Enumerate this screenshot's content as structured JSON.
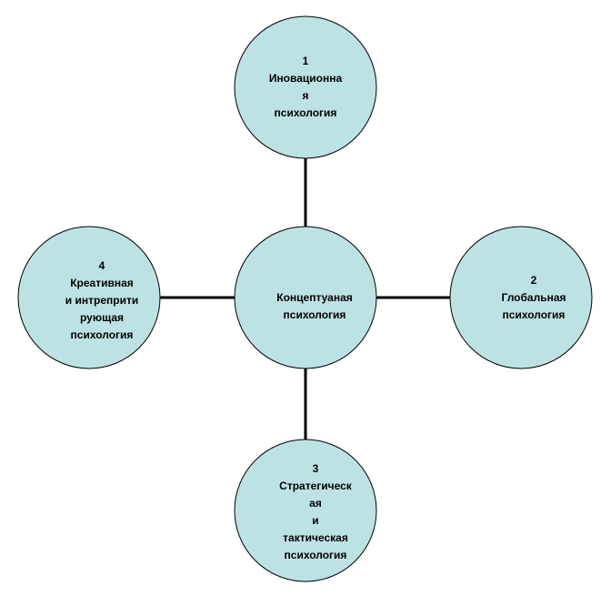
{
  "style": {
    "node_fill": "#bde2e3",
    "node_stroke": "#000000",
    "connector_color": "#000000"
  },
  "nodes": {
    "center": {
      "lines": [
        "Концептуаная",
        "психология"
      ]
    },
    "top": {
      "lines": [
        "1",
        "Иновационна",
        "я",
        "психология"
      ]
    },
    "right": {
      "lines": [
        "2",
        "Глобальная",
        "психология"
      ]
    },
    "bottom": {
      "lines": [
        "3",
        "Стратегическ",
        "ая",
        "и",
        "тактическая",
        "психология"
      ]
    },
    "left": {
      "lines": [
        "4",
        "Креативная",
        "и интреприти",
        "рующая",
        "психология"
      ]
    }
  }
}
